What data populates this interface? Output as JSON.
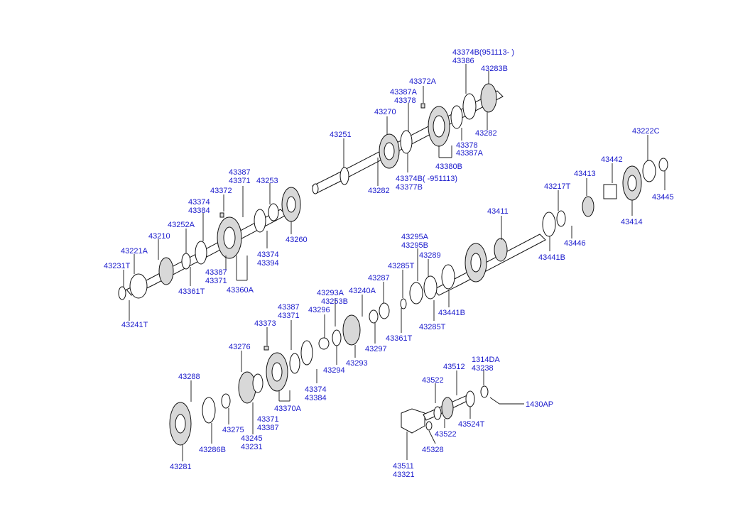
{
  "colors": {
    "label": "#1a1acc",
    "line": "#111111",
    "background": "#ffffff"
  },
  "labels": [
    "43374B(951113- )",
    "43386",
    "43283B",
    "43372A",
    "43387A",
    "43378",
    "43270",
    "43251",
    "43282",
    "43378",
    "43387A",
    "43380B",
    "43374B( -951113)",
    "43377B",
    "43282",
    "43387",
    "43371",
    "43253",
    "43372",
    "43374",
    "43384",
    "43252A",
    "43210",
    "43221A",
    "43231T",
    "43241T",
    "43361T",
    "43387",
    "43371",
    "43360A",
    "43374",
    "43394",
    "43260",
    "43222C",
    "43442",
    "43445",
    "43413",
    "43217T",
    "43414",
    "43446",
    "43441B",
    "43411",
    "43295A",
    "43295B",
    "43289",
    "43285T",
    "43287",
    "43240A",
    "43441B",
    "43285T",
    "43293A",
    "43253B",
    "43296",
    "43297",
    "43361T",
    "43293",
    "43294",
    "43387",
    "43371",
    "43373",
    "43276",
    "43374",
    "43384",
    "43370A",
    "43288",
    "43275",
    "43371",
    "43387",
    "43245",
    "43231",
    "43286B",
    "43281",
    "1314DA",
    "43238",
    "43512",
    "43522",
    "43522",
    "43524T",
    "1430AP",
    "45328",
    "43511",
    "43321"
  ]
}
